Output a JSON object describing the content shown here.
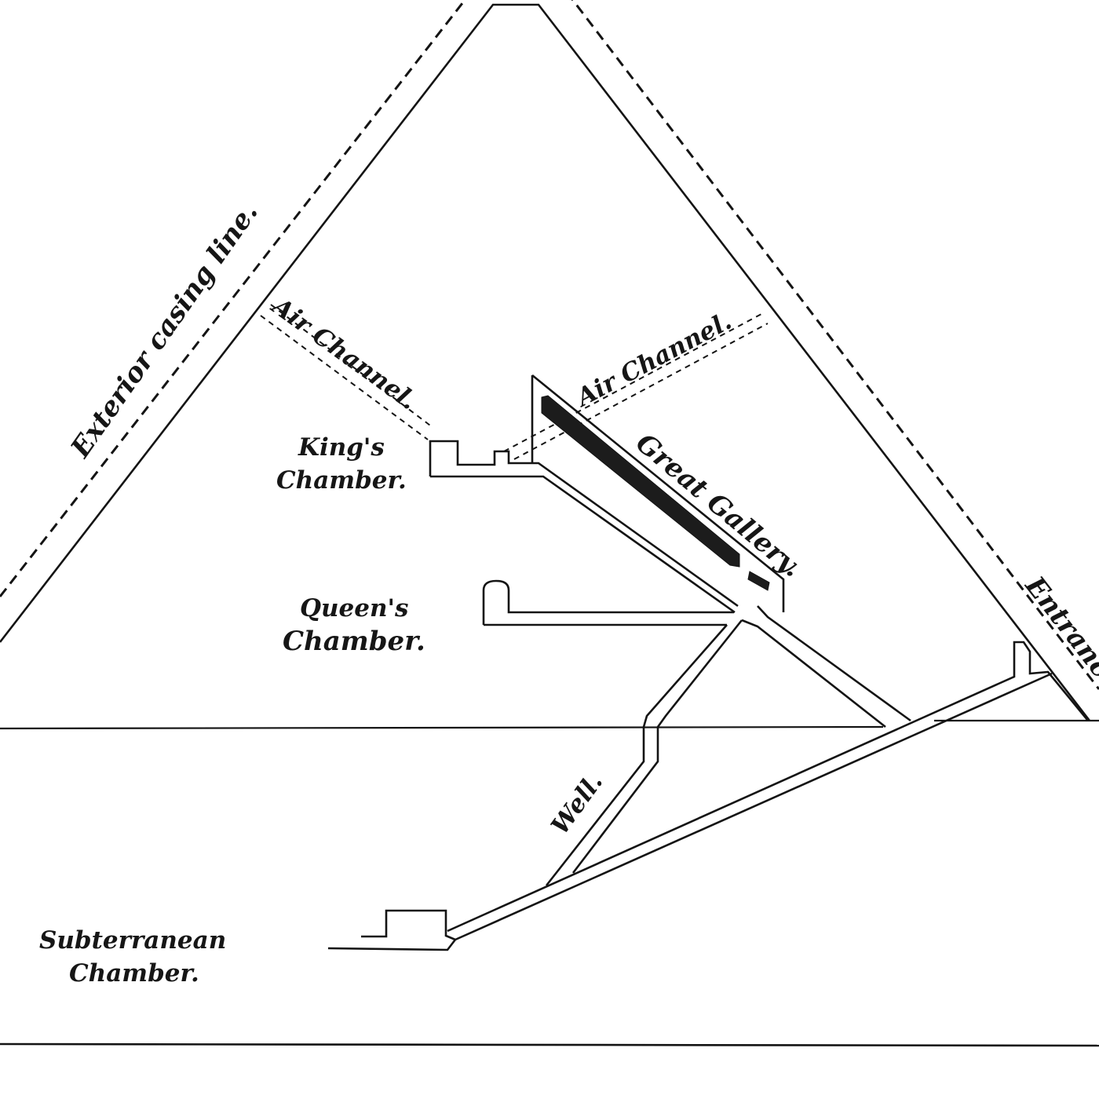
{
  "labels": {
    "exterior_casing": "Exterior casing line.",
    "air_channel_left": "Air Channel.",
    "air_channel_right": "Air Channel.",
    "kings_line1": "King's",
    "kings_line2": "Chamber.",
    "great_gallery": "Great Gallery.",
    "queens_line1": "Queen's",
    "queens_line2": "Chamber.",
    "entrance": "Entrance.",
    "well": "Well.",
    "subterranean_line1": "Subterranean",
    "subterranean_line2": "Chamber."
  }
}
